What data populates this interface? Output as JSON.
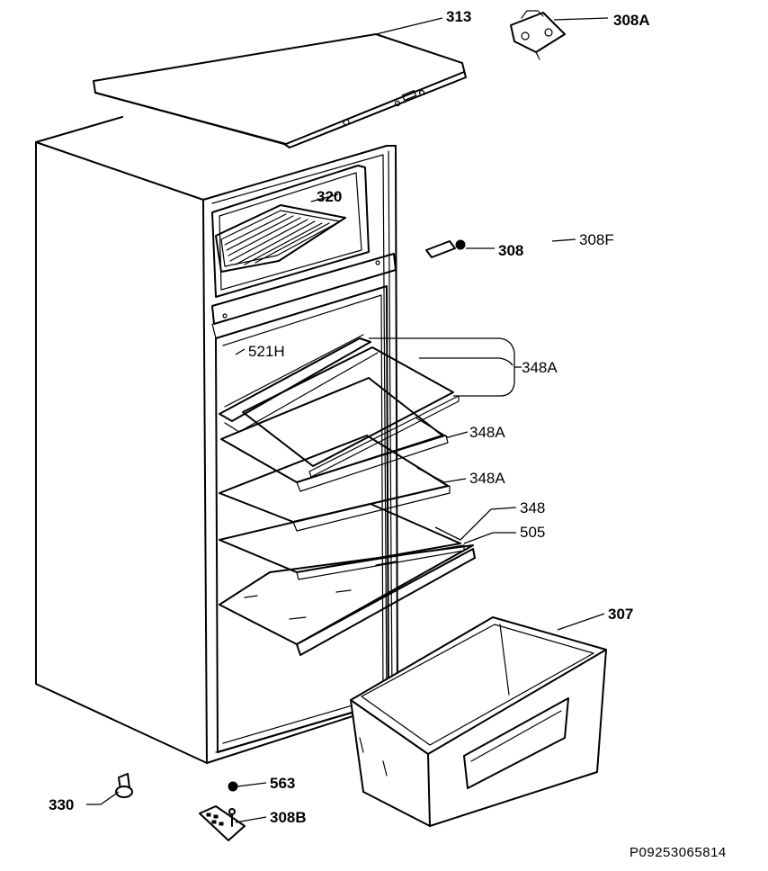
{
  "labels": {
    "top_cover": "313",
    "hinge_top": "308A",
    "freezer_grid": "320",
    "hinge_middle": "308",
    "hinge_cap": "308F",
    "shelf_note": "521H",
    "shelf_group": "348A",
    "shelf_2": "348A",
    "shelf_3": "348A",
    "shelf_4": "348",
    "shelf_trim": "505",
    "crisper_drawer": "307",
    "foot": "330",
    "screw": "563",
    "hinge_bottom": "308B"
  },
  "drawing_code": "P09253065814"
}
